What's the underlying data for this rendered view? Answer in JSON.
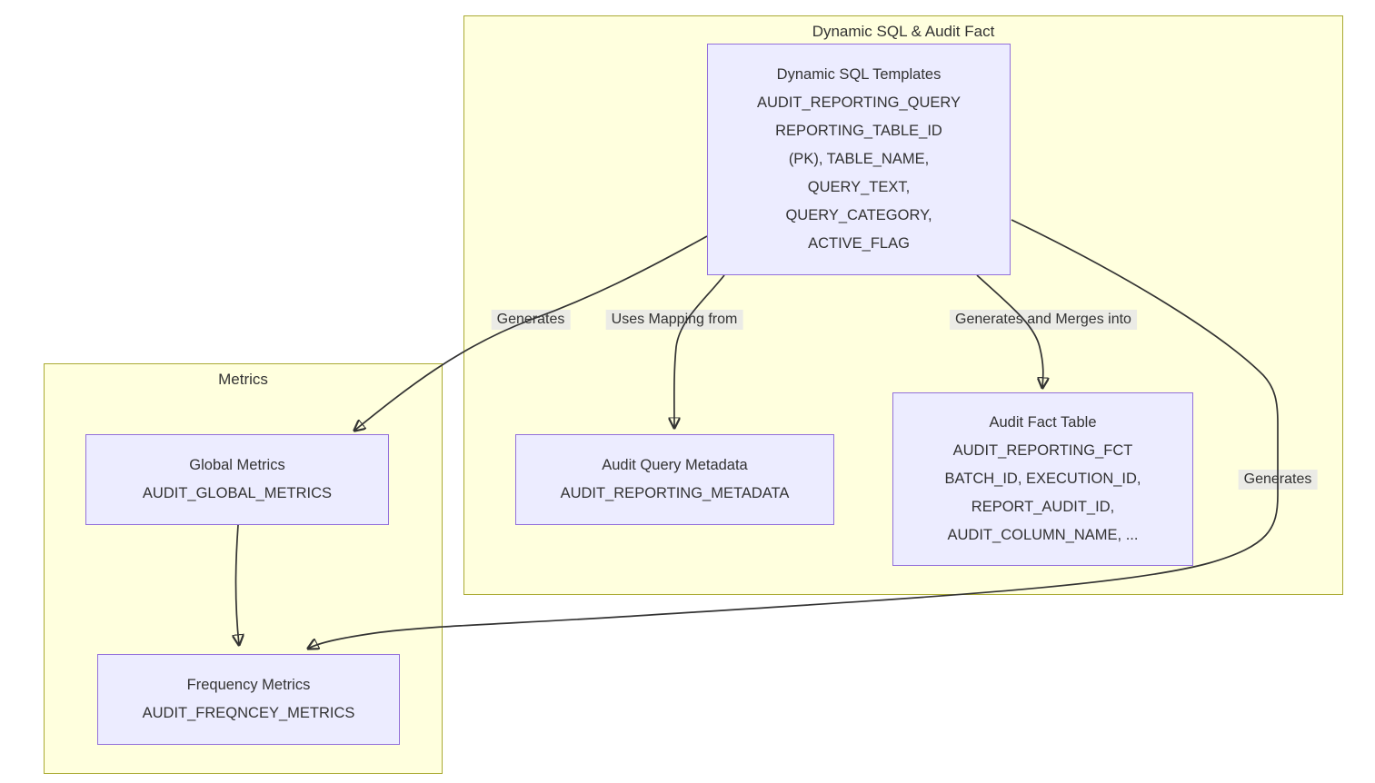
{
  "diagram": {
    "type": "flowchart",
    "colors": {
      "cluster_fill": "#ffffde",
      "cluster_border": "#aaaa33",
      "node_fill": "#ececff",
      "node_border": "#9370db",
      "edge_stroke": "#333333",
      "edge_label_bg": "#e8e8e8",
      "text": "#333333",
      "background": "#ffffff"
    },
    "clusters": {
      "dynamic_sql_audit_fact": {
        "title": "Dynamic SQL & Audit Fact"
      },
      "metrics": {
        "title": "Metrics"
      }
    },
    "nodes": {
      "dynamic_sql_templates": {
        "lines": [
          "Dynamic SQL Templates",
          "AUDIT_REPORTING_QUERY",
          "REPORTING_TABLE_ID",
          "(PK), TABLE_NAME,",
          "QUERY_TEXT,",
          "QUERY_CATEGORY,",
          "ACTIVE_FLAG"
        ]
      },
      "audit_query_metadata": {
        "lines": [
          "Audit Query Metadata",
          "AUDIT_REPORTING_METADATA"
        ]
      },
      "audit_fact_table": {
        "lines": [
          "Audit Fact Table",
          "AUDIT_REPORTING_FCT",
          "BATCH_ID, EXECUTION_ID,",
          "REPORT_AUDIT_ID,",
          "AUDIT_COLUMN_NAME, ..."
        ]
      },
      "global_metrics": {
        "lines": [
          "Global Metrics",
          "AUDIT_GLOBAL_METRICS"
        ]
      },
      "frequency_metrics": {
        "lines": [
          "Frequency Metrics",
          "AUDIT_FREQNCEY_METRICS"
        ]
      }
    },
    "edge_labels": {
      "generates_left": "Generates",
      "uses_mapping_from": "Uses Mapping from",
      "generates_merges_into": "Generates and Merges into",
      "generates_right": "Generates"
    }
  }
}
